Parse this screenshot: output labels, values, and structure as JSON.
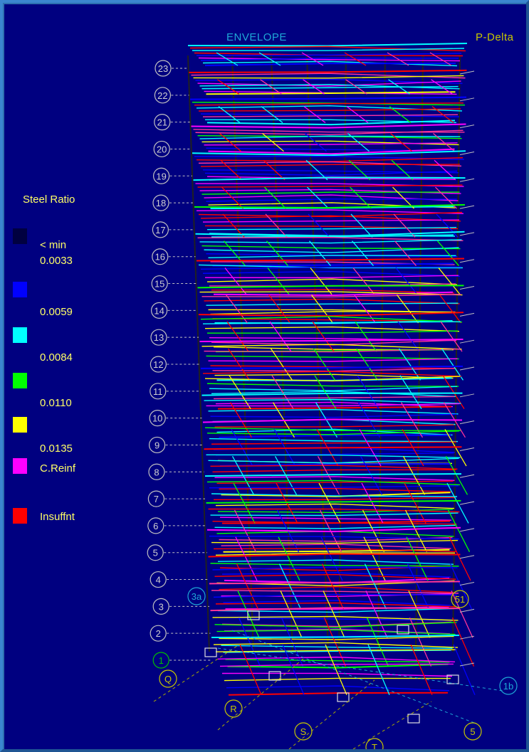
{
  "view": {
    "title": "ENVELOPE",
    "analysis_label": "P-Delta"
  },
  "legend": {
    "title": "Steel Ratio",
    "below_min_label": "< min",
    "values": [
      "0.0033",
      "0.0059",
      "0.0084",
      "0.0110",
      "0.0135"
    ],
    "c_reinf_label": "C.Reinf",
    "insufficient_label": "Insuffnt",
    "colors": {
      "below_min": "#000040",
      "band_1": "#0000ff",
      "band_2": "#00ffff",
      "band_3": "#00ff00",
      "band_4": "#ffff00",
      "c_reinf": "#ff00ff",
      "insufficient": "#ff0000"
    }
  },
  "story_levels": [
    "23",
    "22",
    "21",
    "20",
    "19",
    "18",
    "17",
    "16",
    "15",
    "14",
    "13",
    "12",
    "11",
    "10",
    "9",
    "8",
    "7",
    "6",
    "5",
    "4",
    "3",
    "2",
    "1"
  ],
  "grid_labels": {
    "letters": [
      "Q",
      "R",
      "S",
      "T"
    ],
    "numbers": [
      "1b",
      "5"
    ],
    "other": [
      "3a",
      "51"
    ]
  },
  "colors": {
    "background": "#000080",
    "frame": "#3b86cf",
    "title": "#1ea8d6",
    "legend_text": "#ffff66"
  }
}
